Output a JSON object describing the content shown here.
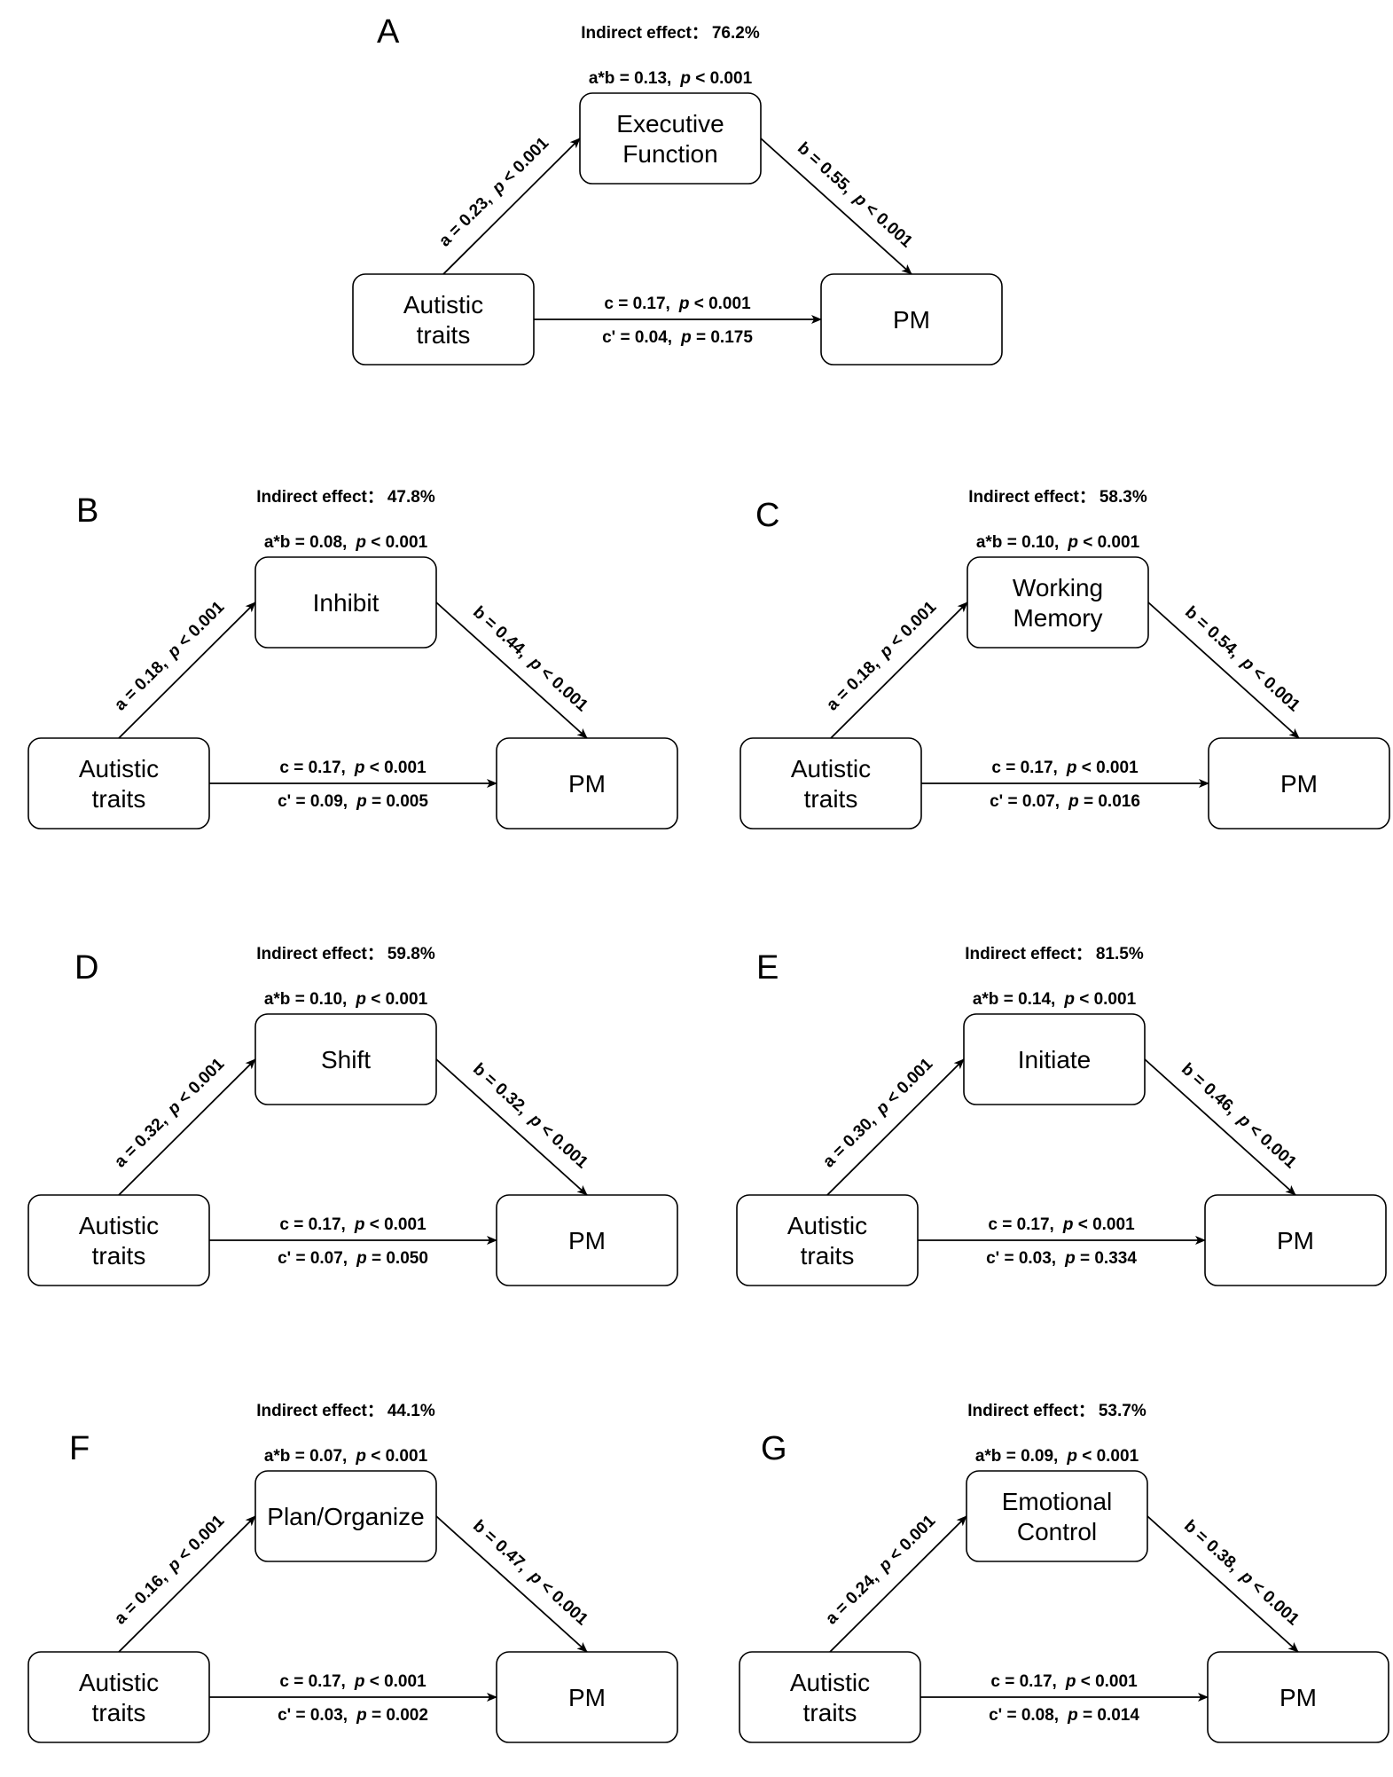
{
  "panels": [
    {
      "letter": "A",
      "indirect_label": "Indirect effect：",
      "indirect_value": "76.2%",
      "mediator_lines": [
        "Executive",
        "Function"
      ],
      "x_lines": [
        "Autistic",
        "traits"
      ],
      "y_lines": [
        "PM"
      ],
      "ab": {
        "coef": "a*b = 0.13,",
        "p_sym": "p",
        "p_rest": " < 0.001"
      },
      "a": {
        "coef": "a = 0.23,",
        "p_sym": "p",
        "p_rest": " < 0.001"
      },
      "b": {
        "coef": "b = 0.55,",
        "p_sym": "p",
        "p_rest": " < 0.001"
      },
      "c": {
        "coef": "c = 0.17,",
        "p_sym": "p",
        "p_rest": " < 0.001"
      },
      "cp": {
        "coef": "c' = 0.04,",
        "p_sym": "p",
        "p_rest": " = 0.175"
      }
    },
    {
      "letter": "B",
      "indirect_label": "Indirect effect：",
      "indirect_value": "47.8%",
      "mediator_lines": [
        "Inhibit"
      ],
      "x_lines": [
        "Autistic",
        "traits"
      ],
      "y_lines": [
        "PM"
      ],
      "ab": {
        "coef": "a*b = 0.08,",
        "p_sym": "p",
        "p_rest": " < 0.001"
      },
      "a": {
        "coef": "a = 0.18,",
        "p_sym": "p",
        "p_rest": " < 0.001"
      },
      "b": {
        "coef": "b = 0.44,",
        "p_sym": "p",
        "p_rest": " < 0.001"
      },
      "c": {
        "coef": "c = 0.17,",
        "p_sym": "p",
        "p_rest": " < 0.001"
      },
      "cp": {
        "coef": "c' = 0.09,",
        "p_sym": "p",
        "p_rest": " = 0.005"
      }
    },
    {
      "letter": "C",
      "indirect_label": "Indirect effect：",
      "indirect_value": "58.3%",
      "mediator_lines": [
        "Working",
        "Memory"
      ],
      "x_lines": [
        "Autistic",
        "traits"
      ],
      "y_lines": [
        "PM"
      ],
      "ab": {
        "coef": "a*b = 0.10,",
        "p_sym": "p",
        "p_rest": " < 0.001"
      },
      "a": {
        "coef": "a = 0.18,",
        "p_sym": "p",
        "p_rest": " < 0.001"
      },
      "b": {
        "coef": "b = 0.54,",
        "p_sym": "p",
        "p_rest": " < 0.001"
      },
      "c": {
        "coef": "c = 0.17,",
        "p_sym": "p",
        "p_rest": " < 0.001"
      },
      "cp": {
        "coef": "c' = 0.07,",
        "p_sym": "p",
        "p_rest": " = 0.016"
      }
    },
    {
      "letter": "D",
      "indirect_label": "Indirect effect：",
      "indirect_value": "59.8%",
      "mediator_lines": [
        "Shift"
      ],
      "x_lines": [
        "Autistic",
        "traits"
      ],
      "y_lines": [
        "PM"
      ],
      "ab": {
        "coef": "a*b = 0.10,",
        "p_sym": "p",
        "p_rest": " < 0.001"
      },
      "a": {
        "coef": "a = 0.32,",
        "p_sym": "p",
        "p_rest": " < 0.001"
      },
      "b": {
        "coef": "b = 0.32,",
        "p_sym": "p",
        "p_rest": " < 0.001"
      },
      "c": {
        "coef": "c = 0.17,",
        "p_sym": "p",
        "p_rest": " < 0.001"
      },
      "cp": {
        "coef": "c' = 0.07,",
        "p_sym": "p",
        "p_rest": " = 0.050"
      }
    },
    {
      "letter": "E",
      "indirect_label": "Indirect effect：",
      "indirect_value": "81.5%",
      "mediator_lines": [
        "Initiate"
      ],
      "x_lines": [
        "Autistic",
        "traits"
      ],
      "y_lines": [
        "PM"
      ],
      "ab": {
        "coef": "a*b = 0.14,",
        "p_sym": "p",
        "p_rest": " < 0.001"
      },
      "a": {
        "coef": "a = 0.30,",
        "p_sym": "p",
        "p_rest": " < 0.001"
      },
      "b": {
        "coef": "b = 0.46,",
        "p_sym": "p",
        "p_rest": " < 0.001"
      },
      "c": {
        "coef": "c = 0.17,",
        "p_sym": "p",
        "p_rest": " < 0.001"
      },
      "cp": {
        "coef": "c' = 0.03,",
        "p_sym": "p",
        "p_rest": " = 0.334"
      }
    },
    {
      "letter": "F",
      "indirect_label": "Indirect effect：",
      "indirect_value": "44.1%",
      "mediator_lines": [
        "Plan/Organize"
      ],
      "x_lines": [
        "Autistic",
        "traits"
      ],
      "y_lines": [
        "PM"
      ],
      "ab": {
        "coef": "a*b = 0.07,",
        "p_sym": "p",
        "p_rest": " < 0.001"
      },
      "a": {
        "coef": "a = 0.16,",
        "p_sym": "p",
        "p_rest": " < 0.001"
      },
      "b": {
        "coef": "b = 0.47,",
        "p_sym": "p",
        "p_rest": " < 0.001"
      },
      "c": {
        "coef": "c = 0.17,",
        "p_sym": "p",
        "p_rest": " < 0.001"
      },
      "cp": {
        "coef": "c' = 0.03,",
        "p_sym": "p",
        "p_rest": " = 0.002"
      }
    },
    {
      "letter": "G",
      "indirect_label": "Indirect effect：",
      "indirect_value": "53.7%",
      "mediator_lines": [
        "Emotional",
        "Control"
      ],
      "x_lines": [
        "Autistic",
        "traits"
      ],
      "y_lines": [
        "PM"
      ],
      "ab": {
        "coef": "a*b = 0.09,",
        "p_sym": "p",
        "p_rest": " < 0.001"
      },
      "a": {
        "coef": "a = 0.24,",
        "p_sym": "p",
        "p_rest": " < 0.001"
      },
      "b": {
        "coef": "b = 0.38,",
        "p_sym": "p",
        "p_rest": " < 0.001"
      },
      "c": {
        "coef": "c = 0.17,",
        "p_sym": "p",
        "p_rest": " < 0.001"
      },
      "cp": {
        "coef": "c' = 0.08,",
        "p_sym": "p",
        "p_rest": " = 0.014"
      }
    }
  ]
}
